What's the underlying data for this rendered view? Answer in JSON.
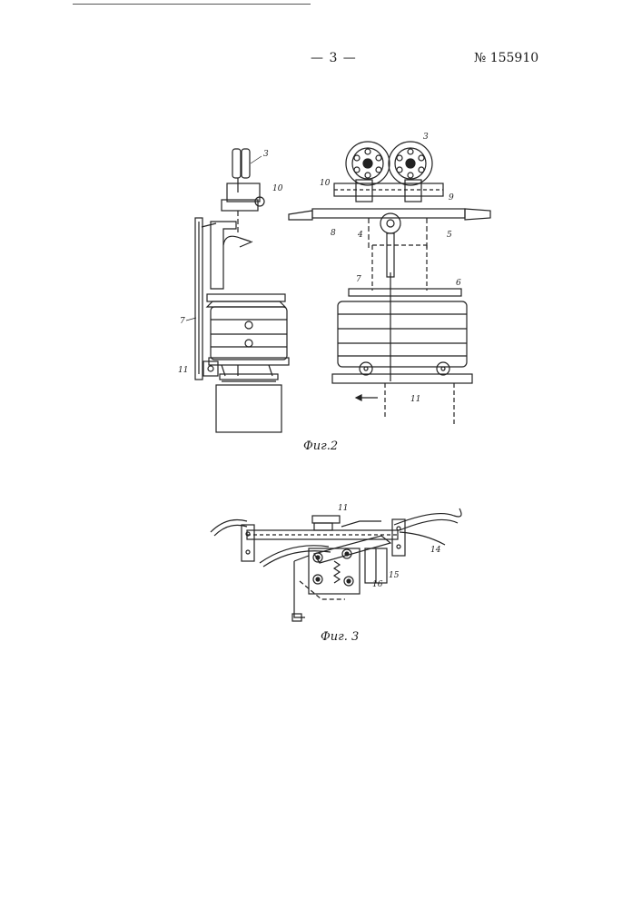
{
  "header": {
    "page_number": "— 3 —",
    "patent_number": "№ 155910"
  },
  "figures": [
    {
      "caption": "Фиг.2",
      "labels": [
        "3",
        "10",
        "7",
        "11",
        "3",
        "10",
        "9",
        "8",
        "4",
        "5",
        "7",
        "6",
        "11"
      ]
    },
    {
      "caption": "Фиг. 3",
      "labels": [
        "11",
        "14",
        "15",
        "16"
      ]
    }
  ]
}
